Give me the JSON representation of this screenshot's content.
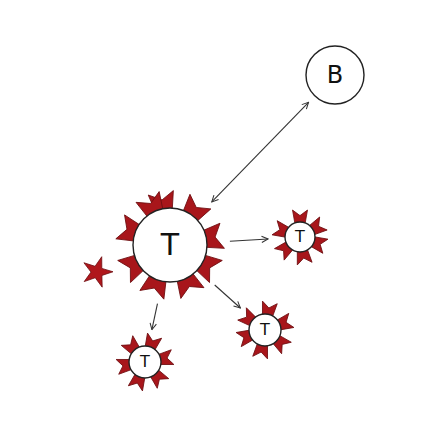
{
  "diagram": {
    "nodes": [
      {
        "text": [
          "B"
        ]
      },
      {
        "text": [
          "T"
        ]
      },
      {
        "text": [
          "T"
        ]
      },
      {
        "text": [
          "T"
        ]
      },
      {
        "text": [
          "T"
        ]
      }
    ],
    "edges": [
      {
        "from": 1,
        "to": 0,
        "arrow": "both"
      },
      {
        "from": 1,
        "to": 2,
        "arrow": "to"
      },
      {
        "from": 1,
        "to": 3,
        "arrow": "to"
      },
      {
        "from": 1,
        "to": 4,
        "arrow": "to"
      }
    ]
  }
}
